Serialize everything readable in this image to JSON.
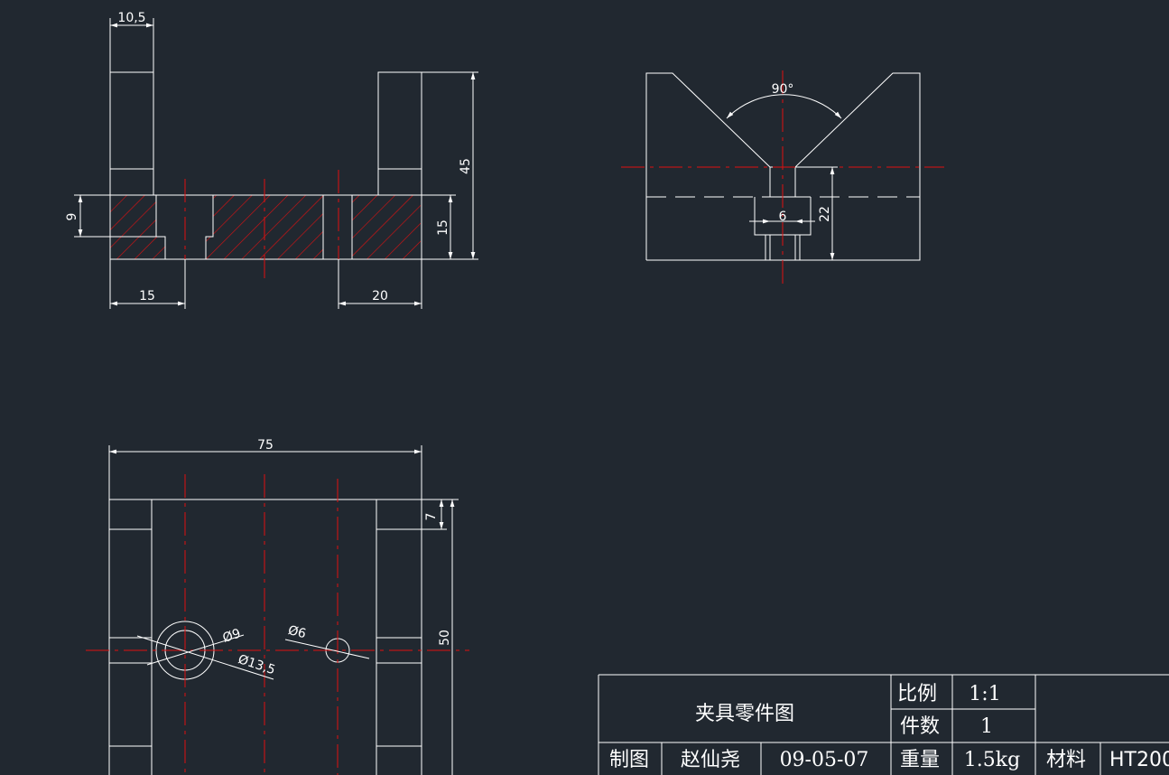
{
  "front_view": {
    "dims": {
      "top_width": "10,5",
      "left_depth": "9",
      "height_45": "45",
      "height_15": "15",
      "bottom_15": "15",
      "bottom_20": "20"
    }
  },
  "side_view": {
    "dims": {
      "angle": "90°",
      "slot_width": "6",
      "slot_height": "22"
    }
  },
  "top_view": {
    "dims": {
      "width": "75",
      "offset_7": "7",
      "height_50": "50",
      "hole_9": "Ø9",
      "hole_13_5": "Ø13,5",
      "hole_6": "Ø6"
    }
  },
  "title_block": {
    "title": "夹具零件图",
    "scale_label": "比例",
    "scale_value": "1:1",
    "count_label": "件数",
    "count_value": "1",
    "drawn_label": "制图",
    "drawer": "赵仙尧",
    "date": "09-05-07",
    "weight_label": "重量",
    "weight_value": "1.5kg",
    "material_label": "材料",
    "material_value": "HT200"
  },
  "colors": {
    "background": "#212830",
    "line": "#ffffff",
    "center_line": "#e01010"
  }
}
